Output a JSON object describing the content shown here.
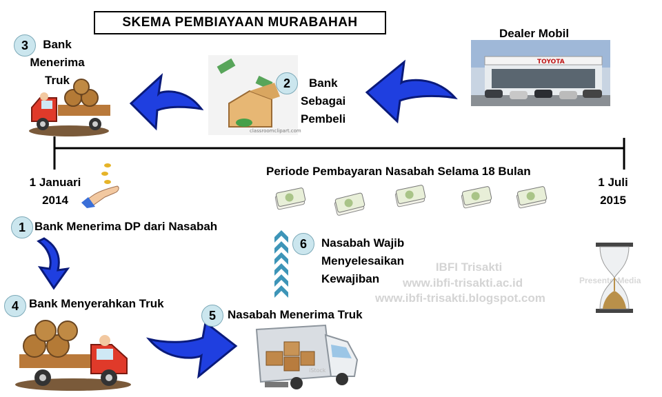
{
  "title": "SKEMA PEMBIAYAAN MURABAHAH",
  "dealer": {
    "label": "Dealer Mobil",
    "sign": "TOYOTA"
  },
  "steps": [
    {
      "num": "1",
      "label": "Bank Menerima DP dari Nasabah"
    },
    {
      "num": "2",
      "label": [
        "Bank",
        "Sebagai",
        "Pembeli"
      ]
    },
    {
      "num": "3",
      "label": [
        "Bank",
        "Menerima",
        "Truk"
      ]
    },
    {
      "num": "4",
      "label": "Bank Menyerahkan Truk"
    },
    {
      "num": "5",
      "label": "Nasabah Menerima Truk"
    },
    {
      "num": "6",
      "label": [
        "Nasabah Wajib",
        "Menyelesaikan",
        "Kewajiban"
      ]
    }
  ],
  "timeline": {
    "start": [
      "1 Januari",
      "2014"
    ],
    "end": [
      "1 Juli",
      "2015"
    ],
    "period": "Periode Pembayaran Nasabah Selama 18 Bulan"
  },
  "watermarks": [
    "IBFI Trisakti",
    "www.ibfi-trisakti.ac.id",
    "www.ibfi-trisakti.blogspot.com",
    "PresenterMedia",
    "classroomclipart.com",
    "iStock"
  ],
  "colors": {
    "arrow": "#1f3fe0",
    "arrow_dark": "#0a1a7a",
    "badge": "#cbe6ee",
    "chevron": "#3d95b8"
  }
}
